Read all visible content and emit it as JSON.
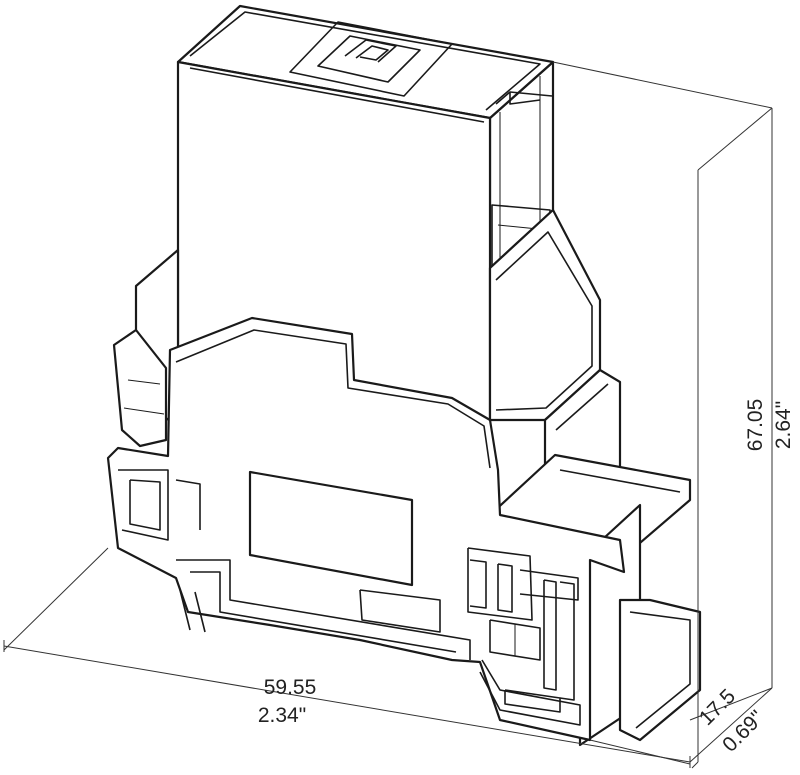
{
  "dimensions": {
    "width": {
      "mm": "59.55",
      "inch": "2.34\""
    },
    "height": {
      "mm": "67.05",
      "inch": "2.64\""
    },
    "depth": {
      "mm": "17.5",
      "inch": "0.69\""
    }
  }
}
